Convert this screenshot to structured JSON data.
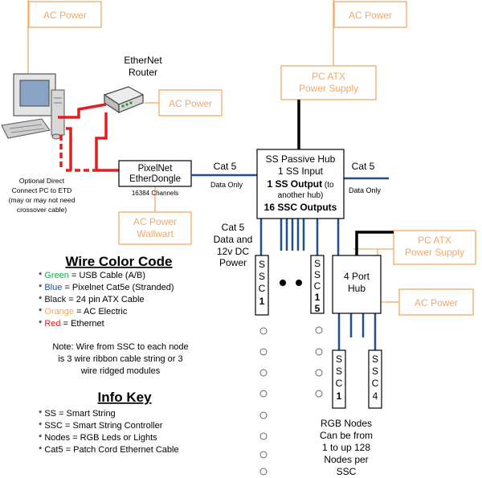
{
  "colors": {
    "orange": "#f0a868",
    "blue": "#1f4f8f",
    "red": "#e41e1e",
    "black": "#000000",
    "green": "#1aa64a",
    "node": "#666666"
  },
  "power": {
    "top_left": "AC Power",
    "top_right": "AC Power",
    "router": "AC Power",
    "atx1": [
      "PC ATX",
      "Power Supply"
    ],
    "wallwart": [
      "AC Power",
      "Wallwart"
    ],
    "atx2": [
      "PC ATX",
      "Power Supply"
    ],
    "ac_lower": "AC Power"
  },
  "router_label": [
    "EtherNet",
    "Router"
  ],
  "direct_note": [
    "Optional Direct",
    "Connect PC to ETD",
    "(may or may not need",
    "crossover cable)"
  ],
  "etd": {
    "lines": [
      "PixelNet",
      "EtherDongle"
    ],
    "channels": "16384 Channels"
  },
  "cat5_left": {
    "title": "Cat 5",
    "sub": "Data Only"
  },
  "cat5_right": {
    "title": "Cat 5",
    "sub": "Data Only"
  },
  "hub": {
    "l1": "SS Passive Hub",
    "l2": "1 SS Input",
    "l3_bold": "1 SS Output",
    "l3_rest": " (to",
    "l4": "another hub)",
    "l5": "16 SSC Outputs"
  },
  "cat5_power": [
    "Cat 5",
    "Data and",
    "12v DC",
    "Power"
  ],
  "ssc1": [
    "S",
    "S",
    "C",
    "1"
  ],
  "ssc15": [
    "S",
    "S",
    "C",
    "1",
    "5"
  ],
  "hub4": [
    "4 Port",
    "Hub"
  ],
  "ssc_b1": [
    "S",
    "S",
    "C",
    "1"
  ],
  "ssc_b4": [
    "S",
    "S",
    "C",
    "4"
  ],
  "wire_key": {
    "title": "Wire Color Code",
    "items": [
      {
        "prefix": "* ",
        "word": "Green",
        "rest": " = USB Cable (A/B)",
        "color": "#1aa64a"
      },
      {
        "prefix": "* ",
        "word": "Blue",
        "rest": " = Pixelnet Cat5e (Stranded)",
        "color": "#1f4f8f"
      },
      {
        "prefix": "* ",
        "word": "Black",
        "rest": " = 24 pin ATX Cable",
        "color": "#111111"
      },
      {
        "prefix": "* ",
        "word": "Orange",
        "rest": " = AC Electric",
        "color": "#f0a868"
      },
      {
        "prefix": "* ",
        "word": "Red",
        "rest": " = Ethernet",
        "color": "#e41e1e"
      }
    ]
  },
  "note": [
    "Note: Wire from SSC to each node",
    "is 3 wire ribbon cable string or 3",
    "wire ridged modules"
  ],
  "info_key": {
    "title": "Info Key",
    "items": [
      "* SS = Smart String",
      "* SSC = Smart String Controller",
      "* Nodes = RGB Leds or Lights",
      "* Cat5 = Patch Cord Ethernet Cable"
    ]
  },
  "rgb_note": [
    "RGB Nodes",
    "Can be from",
    "1 to up 128",
    "Nodes per",
    "SSC"
  ]
}
